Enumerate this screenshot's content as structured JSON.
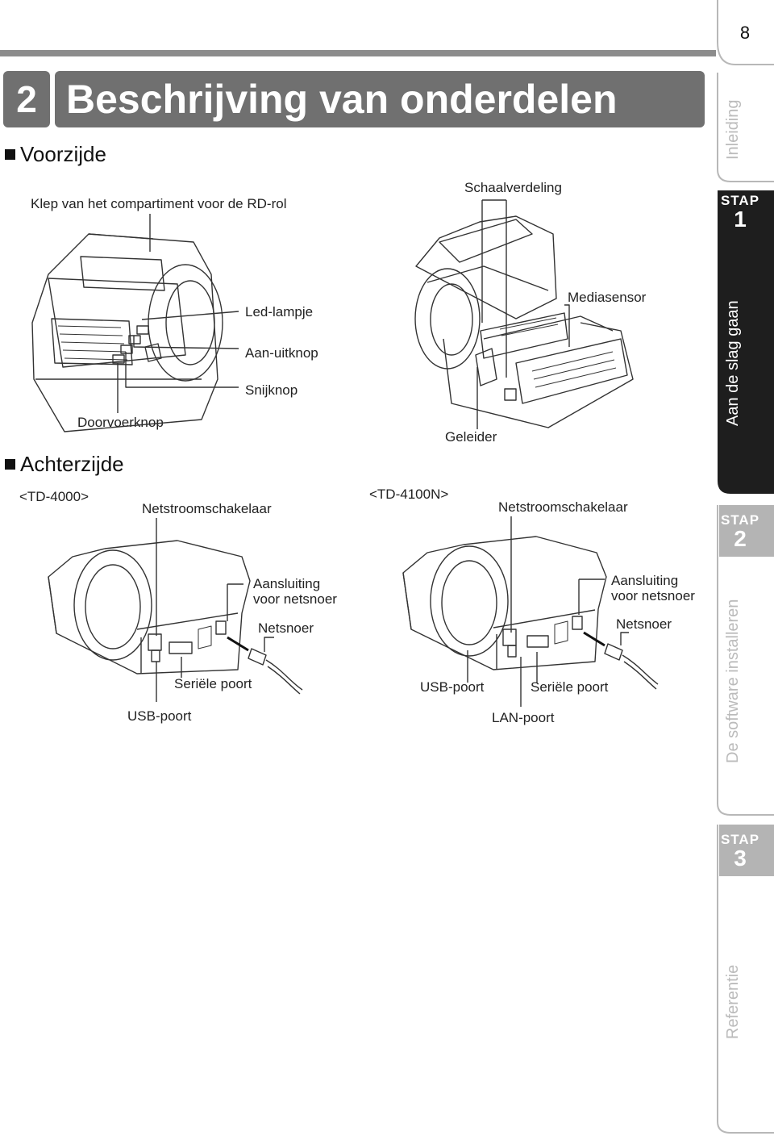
{
  "page_number": "8",
  "chapter": {
    "number": "2",
    "title": "Beschrijving van onderdelen"
  },
  "sections": {
    "front": "Voorzijde",
    "back": "Achterzijde"
  },
  "front_labels": {
    "klep": "Klep van het compartiment voor de RD-rol",
    "led": "Led-lampje",
    "aan_uit": "Aan-uitknop",
    "snijknop": "Snijknop",
    "doorvoerknop": "Doorvoerknop",
    "schaalverdeling": "Schaalverdeling",
    "mediasensor": "Mediasensor",
    "geleider": "Geleider"
  },
  "back_left": {
    "model": "<TD-4000>",
    "power_switch": "Netstroomschakelaar",
    "power_conn_line1": "Aansluiting",
    "power_conn_line2": "voor netsnoer",
    "power_cord": "Netsnoer",
    "serial": "Seriële poort",
    "usb": "USB-poort"
  },
  "back_right": {
    "model": "<TD-4100N>",
    "power_switch": "Netstroomschakelaar",
    "power_conn_line1": "Aansluiting",
    "power_conn_line2": "voor netsnoer",
    "power_cord": "Netsnoer",
    "usb": "USB-poort",
    "serial": "Seriële poort",
    "lan": "LAN-poort"
  },
  "side_tabs": {
    "inleiding": "Inleiding",
    "stap_word": "STAP",
    "stap1_num": "1",
    "stap1_text": "Aan de slag gaan",
    "stap2_num": "2",
    "stap2_text": "De software installeren",
    "stap3_num": "3",
    "stap3_text": "Referentie"
  },
  "colors": {
    "header_gray": "#707070",
    "tab_dark": "#1e1e1e",
    "tab_light_text": "#b4b4b4"
  }
}
